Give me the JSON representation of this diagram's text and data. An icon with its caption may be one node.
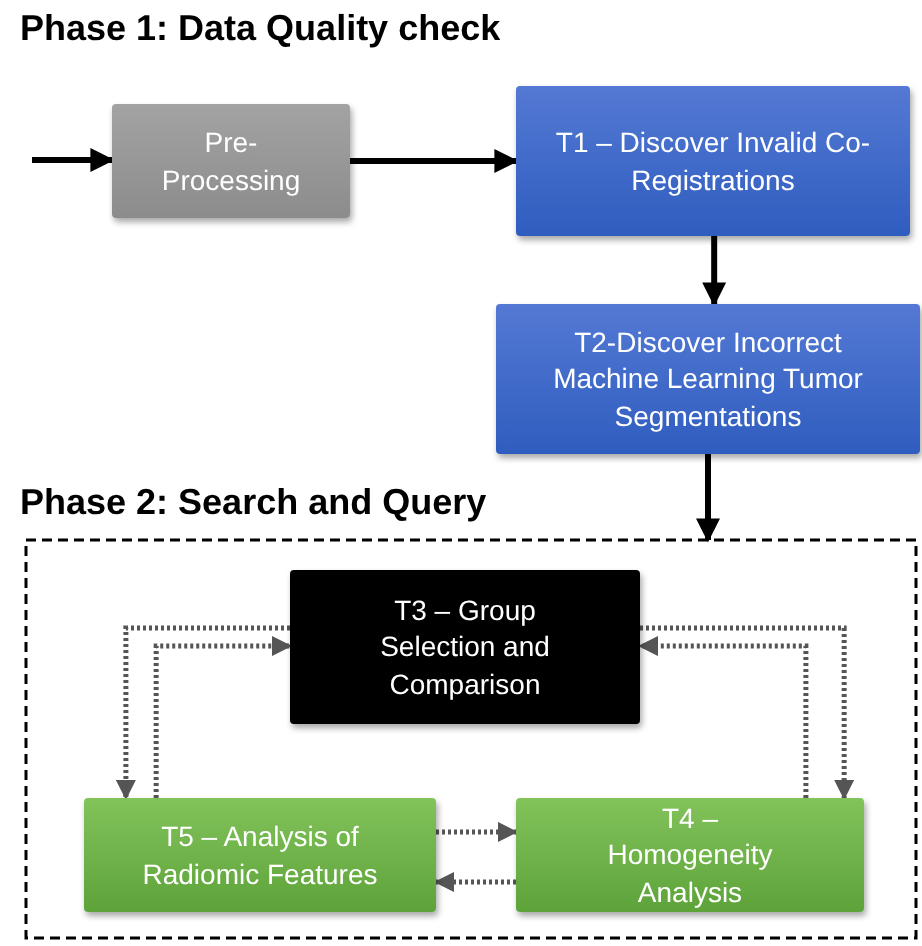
{
  "diagram": {
    "title": "Phase 1: Data Quality check",
    "nodes": [
      {
        "text": [
          "Pre-Processing"
        ]
      },
      {
        "text": [
          "T1 – Discover Invalid Co-Registrations"
        ]
      },
      {
        "text": [
          "T2-Discover Incorrect Machine Learning Tumor Segmentations"
        ]
      },
      {
        "text": [
          "Phase 2: Search and Query"
        ]
      },
      {
        "text": [
          "T3 – Group Selection and Comparison"
        ],
        "in": 3
      },
      {
        "text": [
          "T5 – Analysis of Radiomic Features"
        ],
        "in": 3
      },
      {
        "text": [
          "T4 – Homogeneity Analysis"
        ],
        "in": 3
      }
    ],
    "edges": [
      {
        "from": null,
        "to": 0,
        "arrow": "to"
      },
      {
        "from": 0,
        "to": 1,
        "arrow": "to"
      },
      {
        "from": 1,
        "to": 2,
        "arrow": "to"
      },
      {
        "from": 2,
        "to": 3,
        "arrow": "to"
      },
      {
        "from": 4,
        "to": 5,
        "arrow": "to",
        "style": "dashed",
        "color": "#555555"
      },
      {
        "from": 5,
        "to": 4,
        "arrow": "to",
        "style": "dashed",
        "color": "#555555"
      },
      {
        "from": 4,
        "to": 6,
        "arrow": "to",
        "style": "dashed",
        "color": "#555555"
      },
      {
        "from": 6,
        "to": 4,
        "arrow": "to",
        "style": "dashed",
        "color": "#555555"
      },
      {
        "from": 5,
        "to": 6,
        "arrow": "to",
        "style": "dashed",
        "color": "#555555"
      },
      {
        "from": 6,
        "to": 5,
        "arrow": "to",
        "style": "dashed",
        "color": "#555555"
      }
    ]
  }
}
